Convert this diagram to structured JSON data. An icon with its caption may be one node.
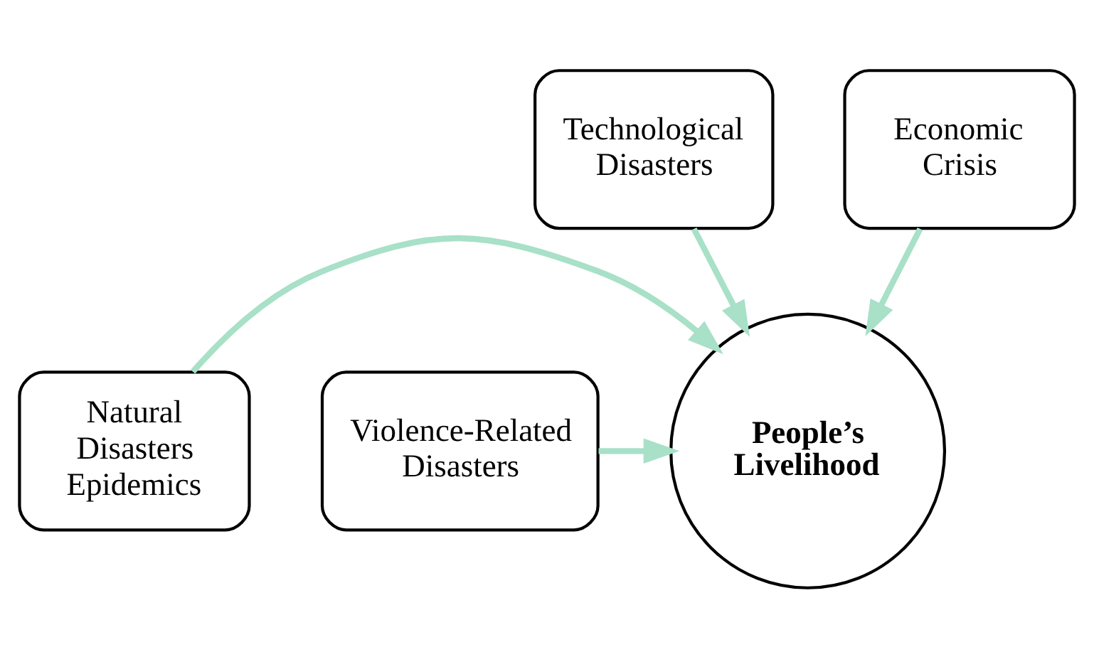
{
  "diagram": {
    "nodes": [
      {
        "text": [
          "Technological Disasters"
        ]
      },
      {
        "text": [
          "Economic Crisis"
        ]
      },
      {
        "text": [
          "Natural Disasters",
          "Epidemics"
        ]
      },
      {
        "text": [
          "Violence-Related Disasters"
        ]
      },
      {
        "text": [
          "People’s Livelihood"
        ]
      }
    ],
    "edges": [
      {
        "from": 2,
        "to": 4,
        "arrow": "to",
        "color": "#a8e0c8"
      },
      {
        "from": 0,
        "to": 4,
        "arrow": "to",
        "color": "#a8e0c8"
      },
      {
        "from": 1,
        "to": 4,
        "arrow": "to",
        "color": "#a8e0c8"
      },
      {
        "from": 3,
        "to": 4,
        "arrow": "to",
        "color": "#a8e0c8"
      }
    ]
  }
}
